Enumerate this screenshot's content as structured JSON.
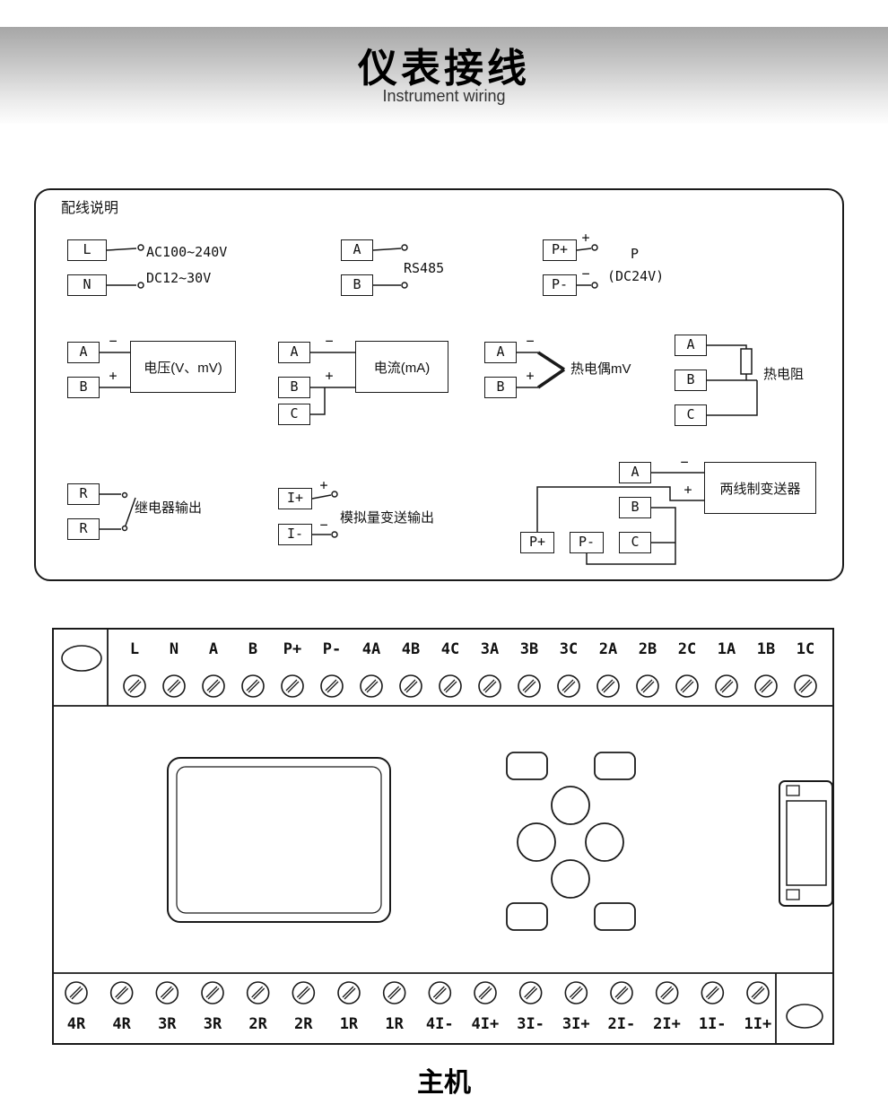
{
  "header": {
    "title": "仪表接线",
    "subtitle": "Instrument wiring"
  },
  "signs": {
    "plus": "+",
    "minus": "−"
  },
  "legend": {
    "title": "配线说明",
    "power": {
      "t1": "L",
      "t2": "N",
      "line1": "AC100~240V",
      "line2": "DC12~30V"
    },
    "rs485": {
      "t1": "A",
      "t2": "B",
      "label": "RS485"
    },
    "aux_power": {
      "t1": "P+",
      "t2": "P-",
      "label1": "P",
      "label2": "(DC24V)"
    },
    "voltage": {
      "t1": "A",
      "t2": "B",
      "box": "电压(V、mV)"
    },
    "current": {
      "t1": "A",
      "t2": "B",
      "t3": "C",
      "box": "电流(mA)"
    },
    "thermocouple": {
      "t1": "A",
      "t2": "B",
      "label": "热电偶mV"
    },
    "rtd": {
      "t1": "A",
      "t2": "B",
      "t3": "C",
      "label": "热电阻"
    },
    "relay": {
      "t1": "R",
      "t2": "R",
      "label": "继电器输出"
    },
    "analog_out": {
      "t1": "I+",
      "t2": "I-",
      "label": "模拟量变送输出"
    },
    "transmitter": {
      "t1": "A",
      "t2": "B",
      "t3": "C",
      "p1": "P+",
      "p2": "P-",
      "box": "两线制变送器"
    }
  },
  "panel": {
    "top_terminals": [
      "L",
      "N",
      "A",
      "B",
      "P+",
      "P-",
      "4A",
      "4B",
      "4C",
      "3A",
      "3B",
      "3C",
      "2A",
      "2B",
      "2C",
      "1A",
      "1B",
      "1C"
    ],
    "bottom_terminals": [
      "4R",
      "4R",
      "3R",
      "3R",
      "2R",
      "2R",
      "1R",
      "1R",
      "4I-",
      "4I+",
      "3I-",
      "3I+",
      "2I-",
      "2I+",
      "1I-",
      "1I+"
    ]
  },
  "caption": "主机"
}
